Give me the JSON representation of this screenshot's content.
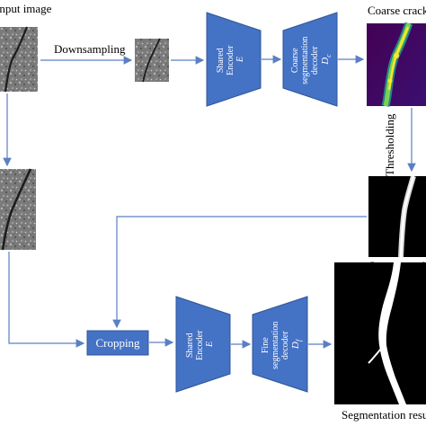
{
  "labels": {
    "input_image": "Input image",
    "downsampling": "Downsampling",
    "thresholding": "Thresholding",
    "coarse_crack_map_top": "Coarse crack",
    "coarse_crack_map_bottom": "Coarse crack",
    "segmentation_result": "Segmentation result",
    "cropping": "Cropping"
  },
  "blocks": {
    "shared_encoder_top": {
      "line1": "Shared",
      "line2": "Encoder",
      "symbol": "E"
    },
    "coarse_decoder": {
      "line1": "Coarse",
      "line2": "segmentation",
      "line3": "decoder",
      "symbol": "D",
      "subscript": "c"
    },
    "shared_encoder_bottom": {
      "line1": "Shared",
      "line2": "Encoder",
      "symbol": "E"
    },
    "fine_decoder": {
      "line1": "Fine",
      "line2": "segmentation",
      "line3": "decoder",
      "symbol": "D",
      "subscript": "f"
    }
  },
  "colors": {
    "block_fill": "#4472C4",
    "block_stroke": "#2F5597",
    "arrow": "#5B7FC3",
    "block_text": "#ffffff"
  }
}
